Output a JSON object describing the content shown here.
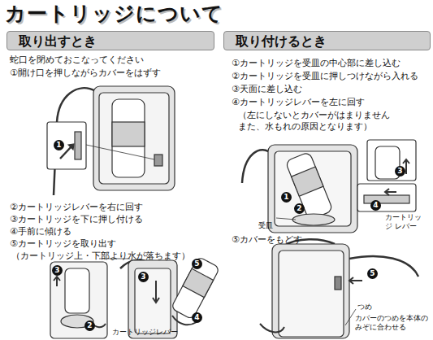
{
  "diagram": {
    "title": "カートリッジについて",
    "nodes": [
      {
        "text": [
          "取り出すとき"
        ]
      },
      {
        "text": [
          "取り付けるとき"
        ]
      }
    ],
    "labels": [
      "蛇口を閉めておこなってください",
      "①開け口を押しながらカバーをはずす",
      "1",
      "②カートリッジレバーを右に回す",
      "③カートリッジを下に押し付ける",
      "④手前に傾ける",
      "⑤カートリッジを取り出す",
      "（カートリッジ上・下部より水が落ちます）",
      "3",
      "2",
      "3",
      "5",
      "4",
      "カートリッジレバー",
      "①カートリッジを受皿の中心部に差し込む",
      "②カートリッジを受皿に押しつけながら入れる",
      "③天面に差し込む",
      "④カートリッジレバーを左に回す",
      "（左にしないとカバーがはまりません また、水もれの原因となります）",
      "3",
      "1",
      "2",
      "4",
      "受皿",
      "カートリッジ レバー",
      "⑤カバーをもどす",
      "5",
      "つめ",
      "カバーのつめを本体のみぞに合わせる"
    ]
  }
}
